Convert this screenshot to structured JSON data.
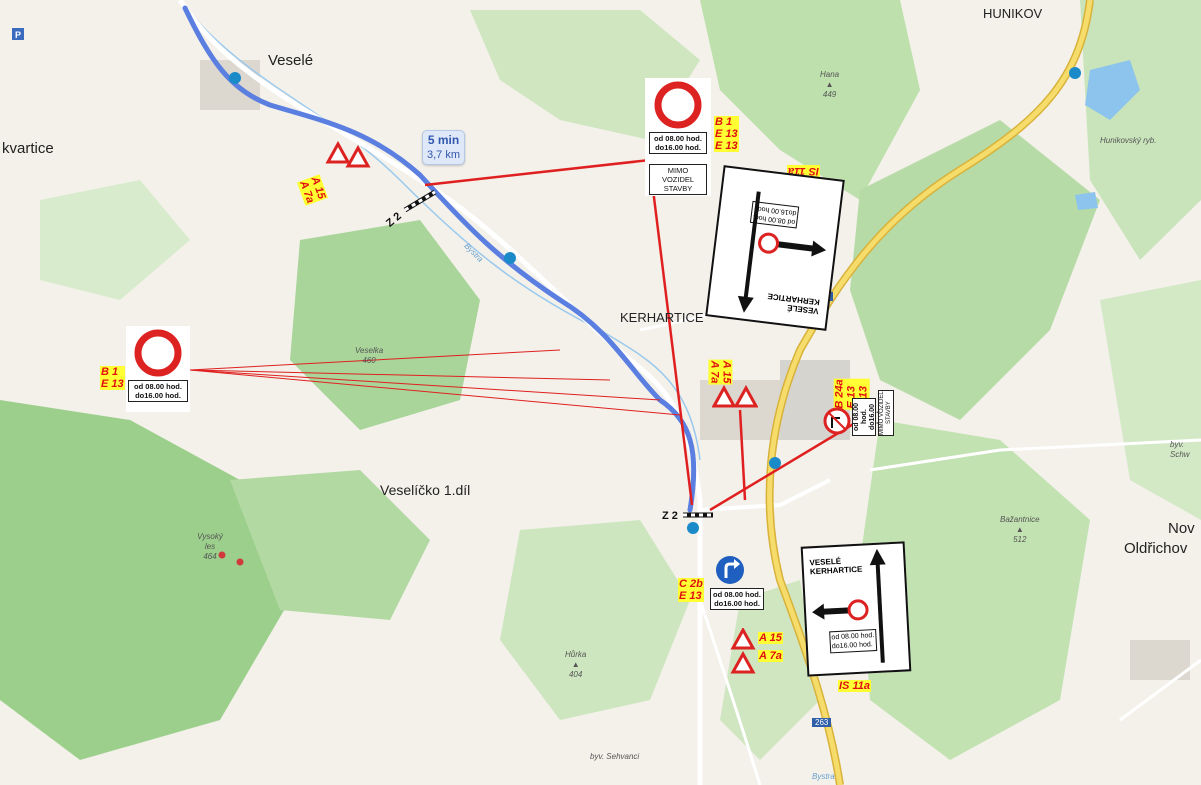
{
  "places": {
    "vesele": "Veselé",
    "hunikov": "HUNIKOV",
    "kvartice": "kvartice",
    "kerhartice": "KERHARTICE",
    "veselicko": "Veselíčko 1.díl",
    "nov": "Nov",
    "oldrichov": "Oldřichov"
  },
  "peaks": {
    "hana_name": "Hana",
    "hana_elev": "449",
    "veselka_name": "Veselka",
    "veselka_elev": "460",
    "vysoky_name": "Vysoký les",
    "vysoky_elev": "464",
    "horka_name": "Hůrka",
    "horka_elev": "404",
    "bazantnice_name": "Bažantnice",
    "bazantnice_elev": "512"
  },
  "minor_labels": {
    "bystra": "Bystra",
    "bystra2": "Bystra",
    "hunikovsky": "Hunikovský ryb.",
    "sehvanci": "byv. Sehvanci",
    "schw": "byv. Schw"
  },
  "roads": {
    "r263a": "263",
    "r263b": "263"
  },
  "route": {
    "time": "5 min",
    "distance": "3,7 km"
  },
  "codes": {
    "a15_a7a_left": "A 15\nA 7a",
    "b1_e13_top": "B 1\nE 13\nE 13",
    "is11a_top": "IS 11a",
    "b1_e13_left": "B 1\nE 13",
    "a15_a7a_mid": "A 15\nA 7a",
    "b24a_e13": "B 24a\nE 13\nE 13",
    "c2b_e13": "C 2b\nE 13",
    "a15_bottom": "A 15",
    "a7a_bottom": "A 7a",
    "is11a_bottom": "IS 11a"
  },
  "plates": {
    "time_line1": "od 08.00 hod.",
    "time_line2": "do16.00 hod.",
    "mimo": "MIMO",
    "vozidel": "VOZIDEL STAVBY"
  },
  "closures": {
    "z2_top": "Z 2",
    "z2_bottom": "Z 2"
  },
  "detour_sign": {
    "dest1": "VESELÉ",
    "dest2": "KERHARTICE",
    "time1": "od 08.00 hod.",
    "time2": "do16.00 hod."
  },
  "colors": {
    "route": "#5b7fe0",
    "marker_line": "#e02020",
    "forest": "#a9d59a",
    "road_main": "#f2d65a"
  }
}
